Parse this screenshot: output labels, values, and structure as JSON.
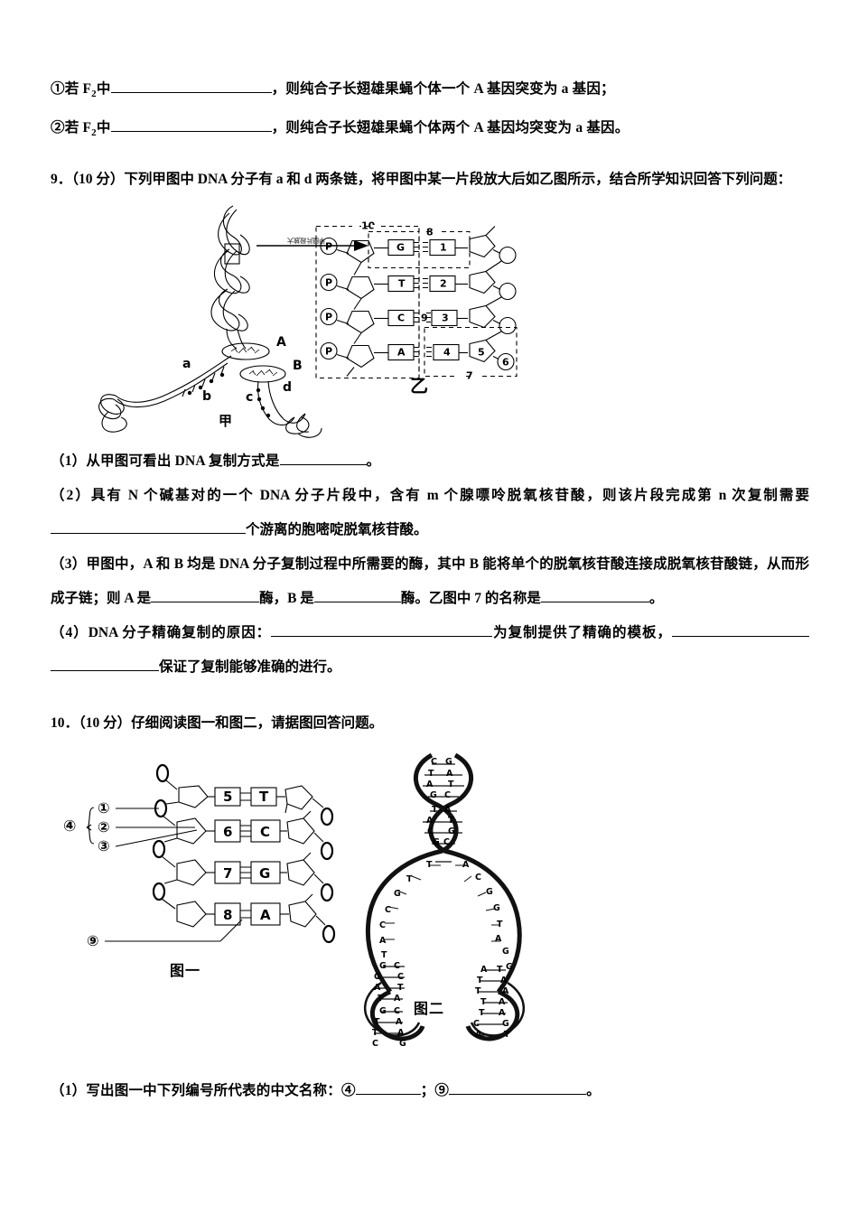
{
  "document": {
    "type": "chinese-biology-exam-page",
    "language": "zh-CN"
  },
  "items": {
    "f2_item1": {
      "marker": "①",
      "lead": "若 F",
      "sub": "2",
      "mid": "中",
      "tail": "，则纯合子长翅雄果蝇个体一个 A 基因突变为 a 基因；"
    },
    "f2_item2": {
      "marker": "②",
      "lead": "若 F",
      "sub": "2",
      "mid": "中",
      "tail": "，则纯合子长翅雄果蝇个体两个 A 基因均突变为 a 基因。"
    }
  },
  "question9": {
    "number": "9．",
    "score": "（10 分）",
    "stem": "下列甲图中 DNA 分子有 a 和 d 两条链，将甲图中某一片段放大后如乙图所示，结合所学知识回答下列问题：",
    "figure": {
      "jia_label": "甲",
      "yi_label": "乙",
      "arrow_caption": "甲图片段放大",
      "jia_annotations": [
        "A",
        "B",
        "a",
        "b",
        "c",
        "d"
      ],
      "yi_left_bases": [
        "G",
        "T",
        "C",
        "A"
      ],
      "yi_right_boxes": [
        "1",
        "2",
        "3",
        "4"
      ],
      "yi_phosphate_symbol": "P",
      "yi_numeric_labels": [
        "5",
        "6",
        "7",
        "8",
        "9",
        "10"
      ]
    },
    "parts": [
      {
        "label": "（1）",
        "segments": [
          "从甲图可看出 DNA 复制方式是",
          "BLANK_SM",
          "。"
        ]
      },
      {
        "label": "（2）",
        "text_a": "具有 N 个碱基对的一个 DNA 分子片段中，含有 m 个腺嘌呤脱氧核苷酸，则该片段完成第 n 次复制需要",
        "text_b": "个游离的胞嘧啶脱氧核苷酸。"
      },
      {
        "label": "（3）",
        "text_a": "甲图中，A 和 B 均是 DNA 分子复制过程中所需要的酶，其中 B 能将单个的脱氧核苷酸连接成脱氧核苷酸链，从而形成子链；则 A 是",
        "text_b": "酶，B 是",
        "text_c": "酶。乙图中 7 的名称是",
        "text_d": "。"
      },
      {
        "label": "（4）",
        "text_a": "DNA 分子精确复制的原因：",
        "text_b": "为复制提供了精确的模板，",
        "text_c": "保证了复制能够准确的进行。"
      }
    ]
  },
  "question10": {
    "number": "10．",
    "score": "（10 分）",
    "stem": "仔细阅读图一和图二，请据图回答问题。",
    "figure": {
      "caption_one": "图一",
      "caption_two": "图二",
      "fig_one_circled_labels": [
        "①",
        "②",
        "③",
        "④",
        "⑨"
      ],
      "fig_one_pairs": [
        {
          "left_number": "5",
          "right_base": "T",
          "bonds": 2
        },
        {
          "left_number": "6",
          "right_base": "C",
          "bonds": 3
        },
        {
          "left_number": "7",
          "right_base": "G",
          "bonds": 3
        },
        {
          "left_number": "8",
          "right_base": "A",
          "bonds": 2
        }
      ],
      "fig_two_base_pairs": [
        "CG",
        "TA",
        "AT",
        "GC",
        "TA",
        "AT",
        "CG",
        "GC",
        "TA",
        "AT",
        "TA",
        "GC"
      ]
    },
    "parts": [
      {
        "label": "（1）",
        "text_a": "写出图一中下列编号所代表的中文名称：④",
        "text_b": "；⑨",
        "text_c": "。"
      }
    ]
  }
}
